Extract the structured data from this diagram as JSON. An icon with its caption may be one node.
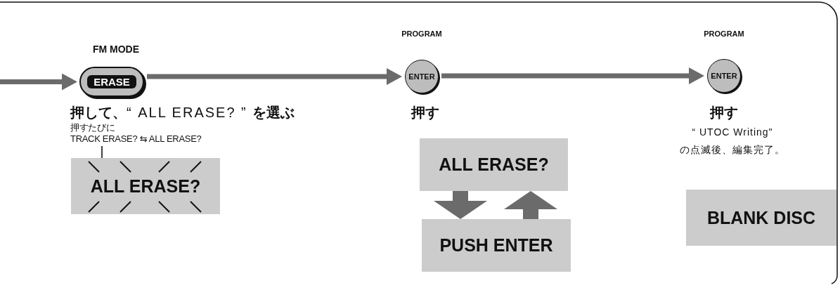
{
  "diagram": {
    "nodes": [
      {
        "text": [
          "ERASE"
        ],
        "beside": [
          "FM MODE",
          "**押して、**“ ALL ERASE? ” **を選ぶ**"
        ]
      },
      {
        "text": [
          "押すたびに",
          "TRACK ERASE? ⇆ ALL ERASE?"
        ]
      },
      {
        "text": [
          "ALL ERASE?"
        ]
      },
      {
        "text": [
          "ENTER"
        ],
        "beside": [
          "PROGRAM",
          "押す"
        ]
      },
      {
        "text": [
          "ALL ERASE?"
        ]
      },
      {
        "text": [
          "PUSH ENTER"
        ]
      },
      {
        "text": [
          "ENTER"
        ],
        "beside": [
          "PROGRAM",
          "押す",
          "“ UTOC Writing\" の点滅後、編集完了。"
        ]
      },
      {
        "text": [
          "BLANK DISC"
        ]
      }
    ],
    "edges": [
      {
        "from": null,
        "to": 0,
        "arrow": "to"
      },
      {
        "from": 0,
        "to": 3,
        "arrow": "to"
      },
      {
        "from": 1,
        "to": 2,
        "arrow": "none",
        "color": "#000000"
      },
      {
        "from": 3,
        "to": 6,
        "arrow": "to"
      },
      {
        "from": 4,
        "to": 5,
        "arrow": "to",
        "style": "thick"
      },
      {
        "from": 5,
        "to": 4,
        "arrow": "to",
        "style": "thick"
      }
    ]
  }
}
